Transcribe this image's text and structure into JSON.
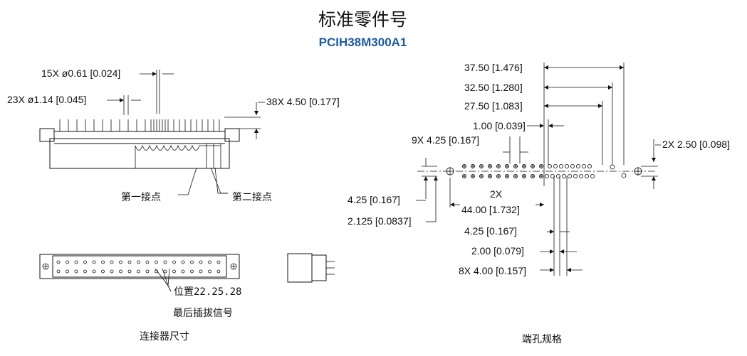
{
  "header": {
    "title": "标准零件号",
    "part_number": "PCIH38M300A1"
  },
  "connector_views": {
    "dim_pin_small": "15X ø0.61 [0.024]",
    "dim_pin_large": "23X ø1.14 [0.045]",
    "dim_pin_length": "38X 4.50 [0.177]",
    "first_contact": "第一接点",
    "second_contact": "第二接点",
    "position_note": "位置22.25.28",
    "last_signal_note": "最后插拔信号",
    "caption": "连接器尺寸"
  },
  "hole_pattern": {
    "dim_37_50": "37.50 [1.476]",
    "dim_32_50": "32.50 [1.280]",
    "dim_27_50": "27.50 [1.083]",
    "dim_1_00": "1.00 [0.039]",
    "dim_9x_4_25": "9X 4.25 [0.167]",
    "dim_2x_2_50": "2X 2.50 [0.098]",
    "dim_4_25_left": "4.25 [0.167]",
    "dim_2x": "2X",
    "dim_44_00": "44.00 [1.732]",
    "dim_2_125": "2.125 [0.0837]",
    "dim_4_25_bottom": "4.25 [0.167]",
    "dim_2_00": "2.00 [0.079]",
    "dim_8x_4_00": "8X 4.00 [0.157]",
    "caption": "端孔规格"
  },
  "colors": {
    "part_number": "#1a5a9a",
    "line": "#111111"
  }
}
